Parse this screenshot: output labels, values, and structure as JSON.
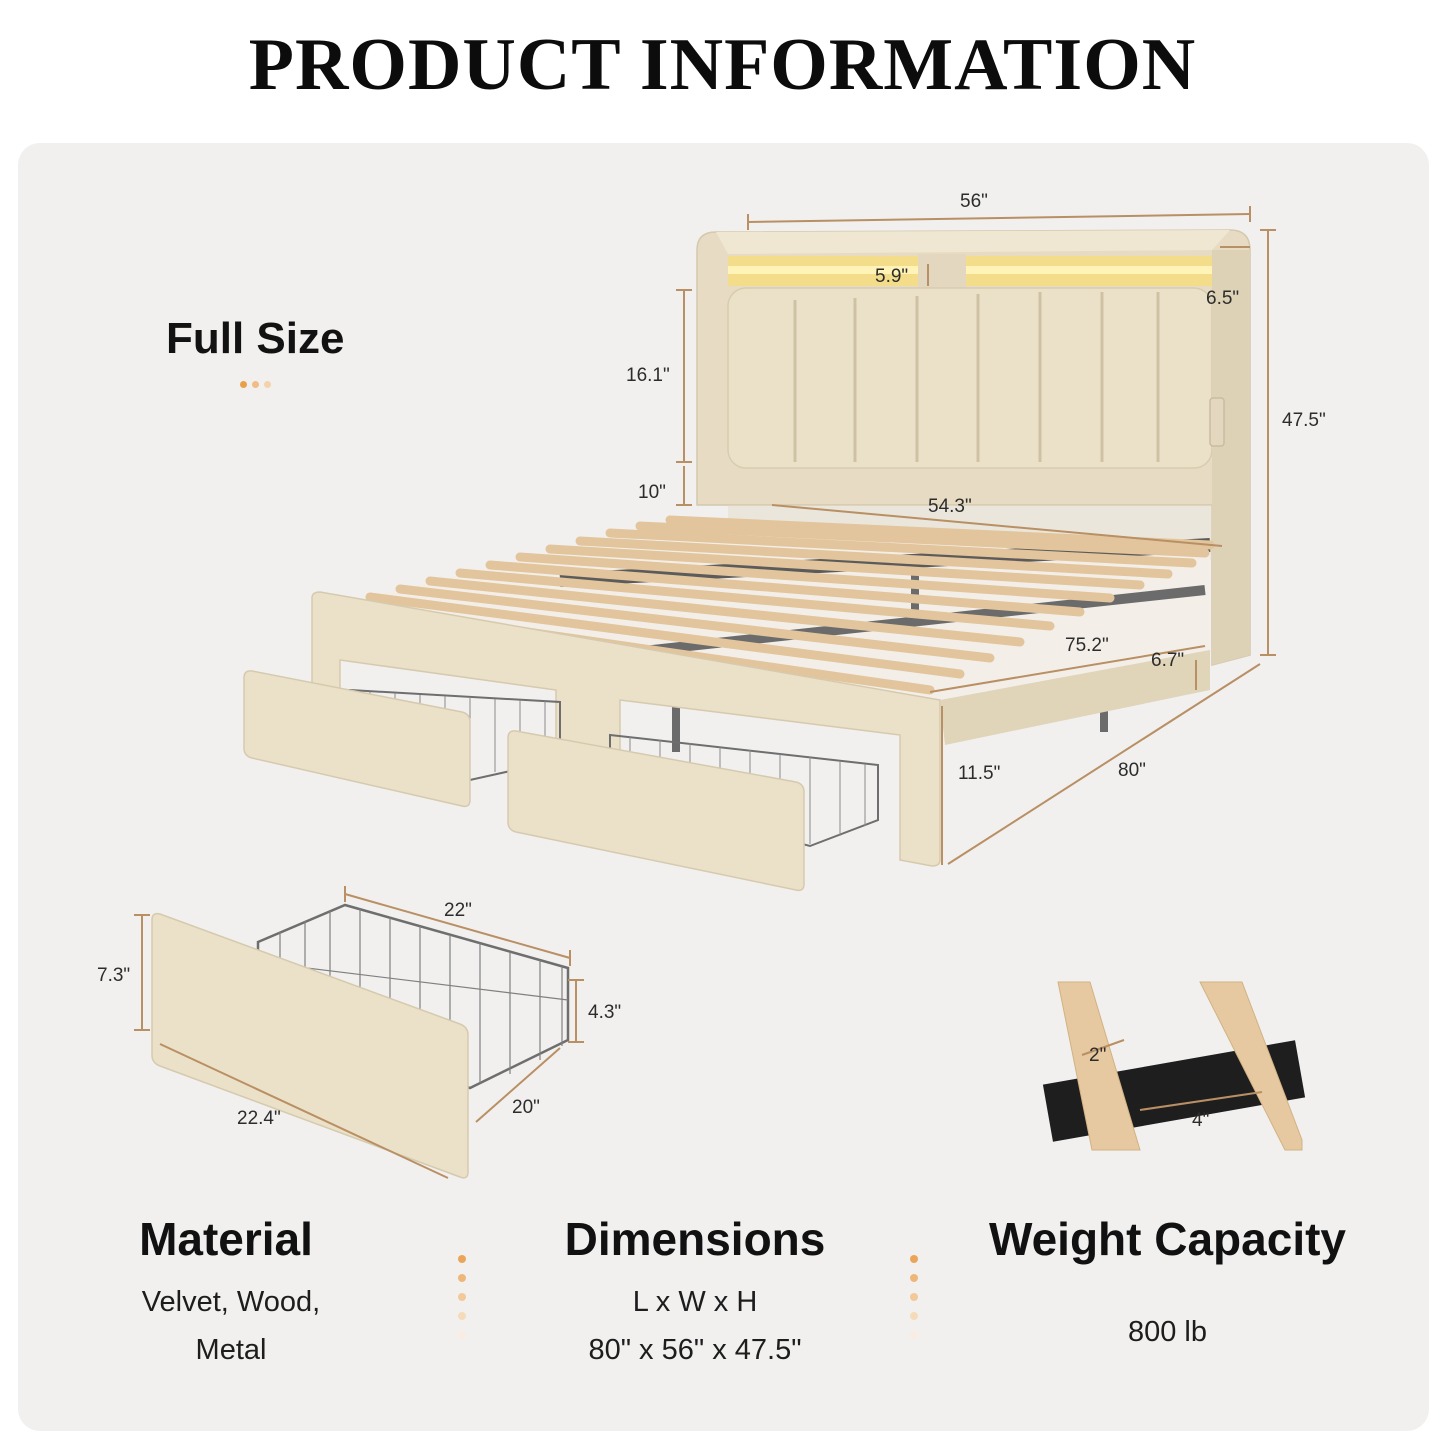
{
  "header": {
    "title": "PRODUCT INFORMATION"
  },
  "size_label": "Full Size",
  "dimensions": {
    "top_width": "56\"",
    "shelf_height": "5.9\"",
    "shelf_depth": "6.5\"",
    "headboard_panel": "16.1\"",
    "headboard_gap": "10\"",
    "total_height": "47.5\"",
    "inner_width": "54.3\"",
    "inner_length": "75.2\"",
    "clearance": "6.7\"",
    "frame_height": "11.5\"",
    "total_length": "80\""
  },
  "drawer": {
    "basket_width": "22\"",
    "front_height": "7.3\"",
    "basket_height": "4.3\"",
    "basket_depth": "20\"",
    "front_length": "22.4\""
  },
  "slats": {
    "slat_width": "2\"",
    "slat_gap": "4\""
  },
  "specs": {
    "material": {
      "title": "Material",
      "line1": "Velvet, Wood,",
      "line2": "Metal"
    },
    "dimensions": {
      "title": "Dimensions",
      "line1": "L x W x H",
      "line2": "80\" x 56\" x 47.5\""
    },
    "weight": {
      "title": "Weight Capacity",
      "value": "800 lb"
    }
  },
  "colors": {
    "accent": "#e8a04a",
    "fabric": "#ebe0c8",
    "fabric_shadow": "#d8ccaf",
    "wood": "#e6c9a0",
    "dim_line": "#b98f64",
    "led": "#f6d66a",
    "panel": "#f1f0ef"
  }
}
